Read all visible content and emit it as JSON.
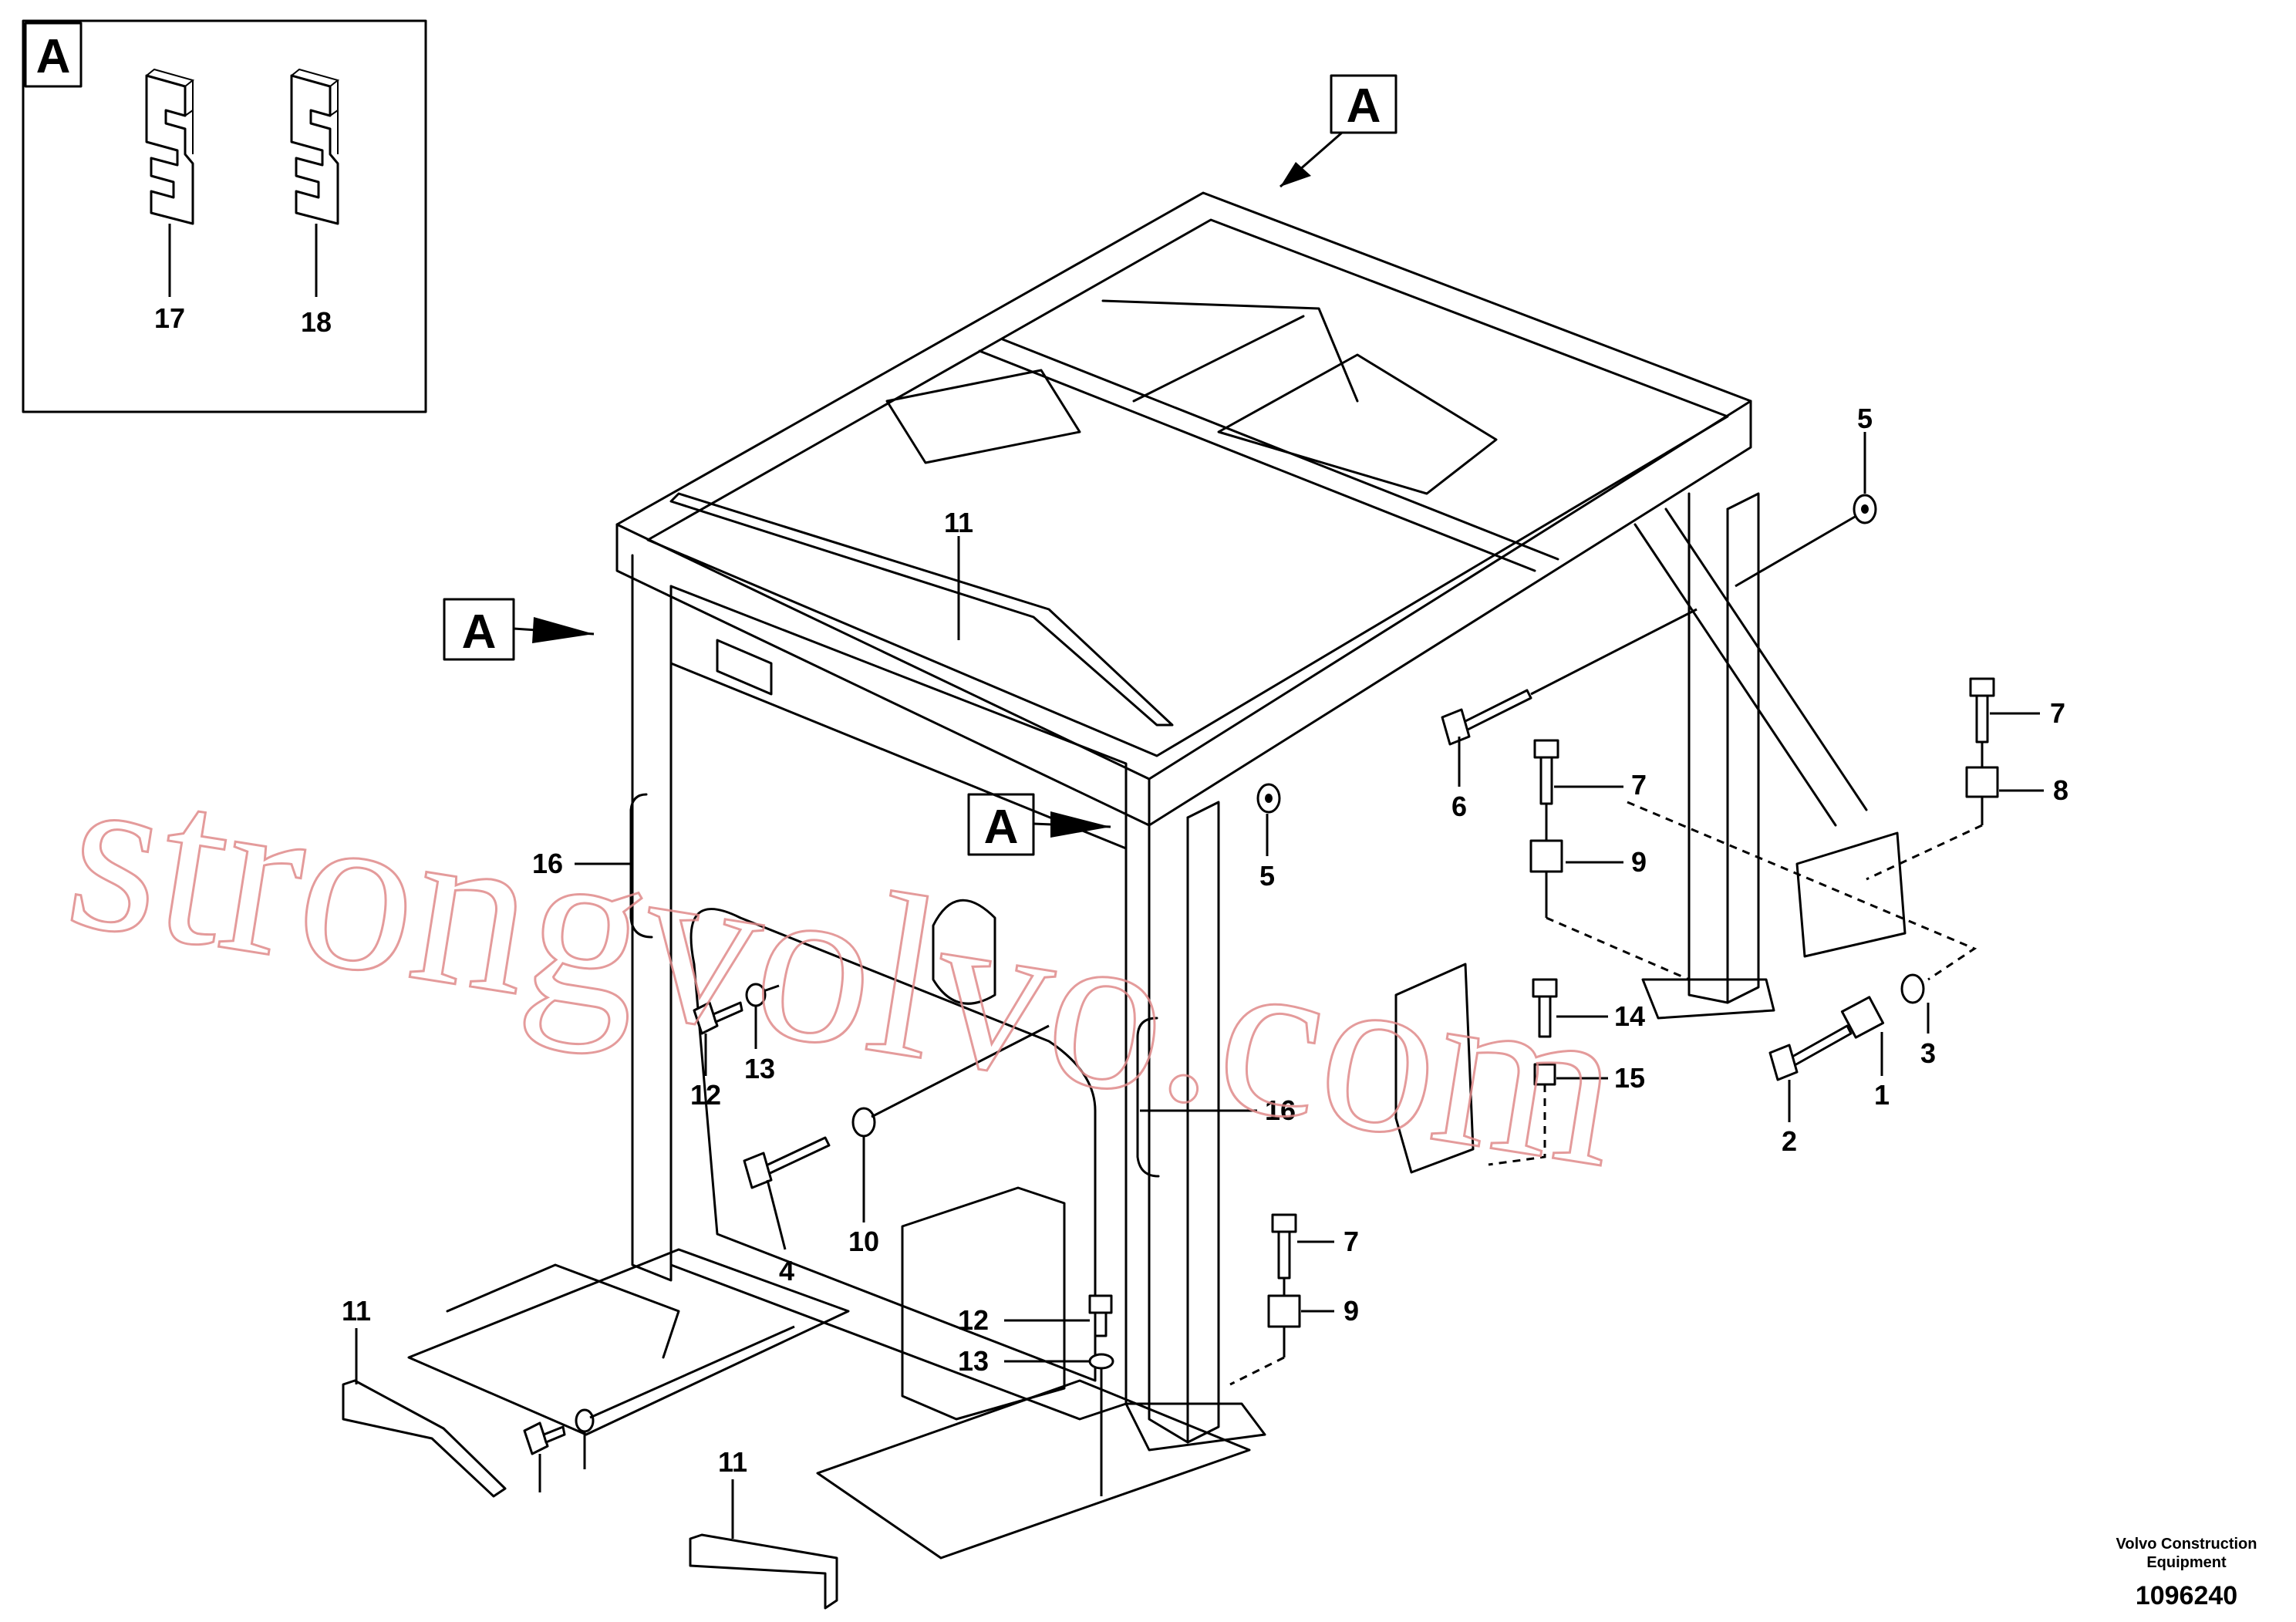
{
  "view_labels": {
    "view_a": "A"
  },
  "callouts": {
    "c1": "1",
    "c2": "2",
    "c3": "3",
    "c4": "4",
    "c5": "5",
    "c6": "6",
    "c7": "7",
    "c8": "8",
    "c9": "9",
    "c10": "10",
    "c11": "11",
    "c12": "12",
    "c13": "13",
    "c14": "14",
    "c15": "15",
    "c16": "16",
    "c17": "17",
    "c18": "18"
  },
  "watermark": "strongvolvo.com",
  "footer": {
    "company_line1": "Volvo Construction",
    "company_line2": "Equipment",
    "drawing_number": "1096240"
  }
}
